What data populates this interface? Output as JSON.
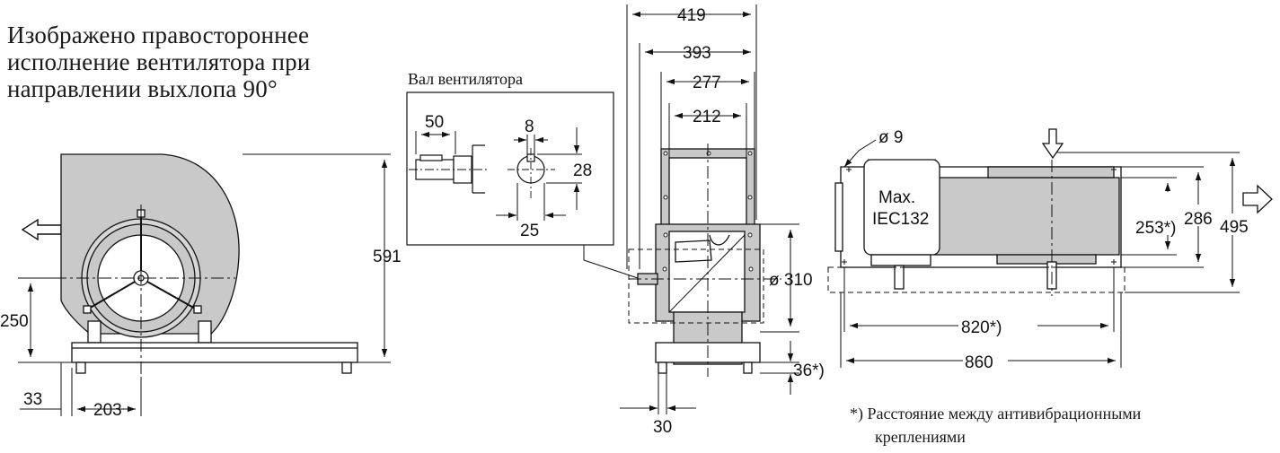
{
  "caption": {
    "line1": "Изображено правостороннее",
    "line2": "исполнение вентилятора при",
    "line3": "направлении выхлопа 90°"
  },
  "shaft_box": {
    "title": "Вал вентилятора",
    "dims": {
      "d50": "50",
      "d8": "8",
      "d28": "28",
      "d25": "25"
    }
  },
  "side_view": {
    "dims": {
      "d591": "591",
      "d250": "250",
      "d33": "33",
      "d203": "203"
    }
  },
  "front_view": {
    "dims": {
      "d419": "419",
      "d393": "393",
      "d277": "277",
      "d212": "212",
      "d310": "ø 310",
      "d36": "36*)",
      "d30": "30"
    }
  },
  "top_view": {
    "motor_line1": "Max.",
    "motor_line2": "IEC132",
    "dims": {
      "hole": "ø 9",
      "d253": "253*)",
      "d286": "286",
      "d495": "495",
      "d820": "820*)",
      "d860": "860"
    }
  },
  "footnote": {
    "line1": "*) Расстояние между антивибрационными",
    "line2": "креплениями"
  },
  "colors": {
    "housing_fill": "#c9c9c9",
    "stroke": "#111111",
    "inner_fill": "#ffffff"
  }
}
